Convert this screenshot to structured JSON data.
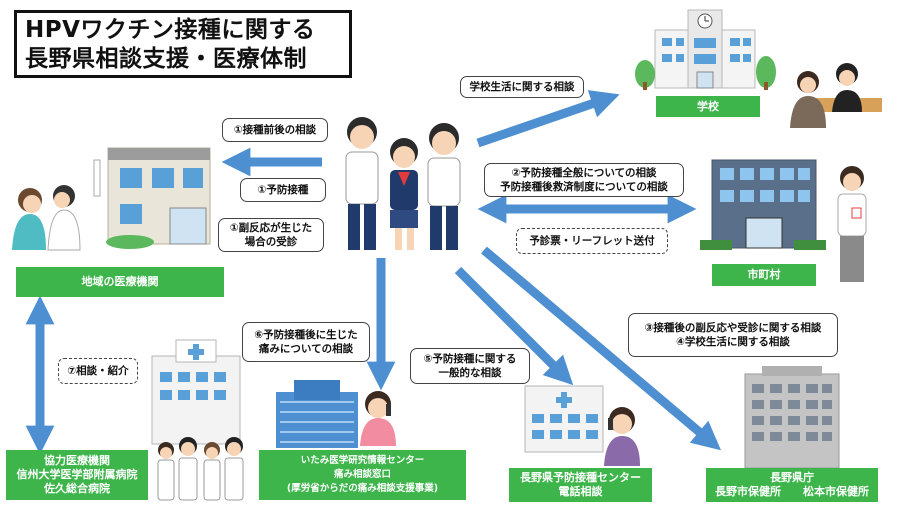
{
  "title": {
    "line1": "HPVワクチン接種に関する",
    "line2": "長野県相談支援・医療体制"
  },
  "nodes": {
    "school": "学校",
    "municipality": "市町村",
    "local_clinic": "地域の医療機関",
    "cooperating_hospitals": [
      "協力医療機関",
      "信州大学医学部附属病院",
      "佐久総合病院"
    ],
    "itami_center": [
      "いたみ医学研究情報センター",
      "痛み相談窓口",
      "(厚労省からだの痛み相談支援事業)"
    ],
    "vaccination_center": [
      "長野県予防接種センター",
      "電話相談"
    ],
    "prefecture": [
      "長野県庁",
      "長野市保健所　　松本市保健所"
    ]
  },
  "labels": {
    "school_life": "学校生活に関する相談",
    "before_after": "①接種前後の相談",
    "vaccination": "①予防接種",
    "side_effect": [
      "①副反応が生じた",
      "場合の受診"
    ],
    "general_vacc": [
      "②予防接種全般についての相談",
      "予防接種後救済制度についての相談"
    ],
    "leaflet": "予診票・リーフレット送付",
    "adverse_school": [
      "③接種後の副反応や受診に関する相談",
      "④学校生活に関する相談"
    ],
    "pain_consult": [
      "⑥予防接種後に生じた",
      "痛みについての相談"
    ],
    "general_consult": [
      "⑤予防接種に関する",
      "一般的な相談"
    ],
    "referral": "⑦相談・紹介"
  },
  "colors": {
    "green": "#3db54a",
    "arrow_blue": "#4d8fd0"
  }
}
